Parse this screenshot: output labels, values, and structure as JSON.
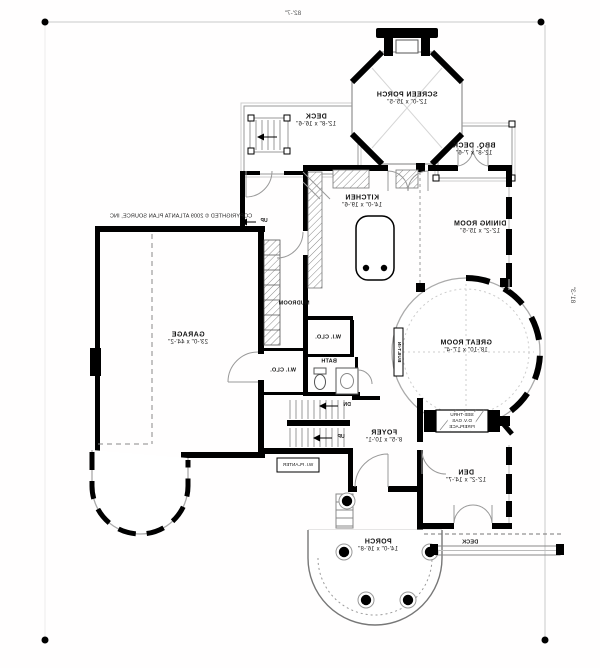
{
  "plan": {
    "description": "First floor plan, mirror-reversed presentation",
    "top_dimension": "82'-7\"",
    "right_dimension": "81'-3\"",
    "copyright": "COPYRIGHTED © 2009 ATLANTA PLAN SOURCE, INC"
  },
  "rooms": {
    "screen_porch": {
      "name": "SCREEN PORCH",
      "size": "12'-0\" x 15'-5\""
    },
    "deck_upper": {
      "name": "DECK",
      "size": "12'-8\" x 16'-6\""
    },
    "bbq_deck": {
      "name": "BBQ. DECK",
      "size": "12'-8\" x 7'-6\""
    },
    "kitchen": {
      "name": "KITCHEN",
      "size": "14'-0\" x 19'-6\""
    },
    "dining_room": {
      "name": "DINING ROOM",
      "size": "12'-2\" x 15'-5\""
    },
    "great_room": {
      "name": "GREAT ROOM",
      "size": "18'-10\" x 17'-4\""
    },
    "garage": {
      "name": "GARAGE",
      "size": "23'-0\" x 44'-2\""
    },
    "mudroom": {
      "name": "MUDROOM"
    },
    "wi_closet_1": {
      "name": "W.I. CLO."
    },
    "wi_closet_2": {
      "name": "W.I. CLO."
    },
    "bath": {
      "name": "BATH"
    },
    "foyer": {
      "name": "FOYER",
      "size": "8'-5\" x 10'-1\""
    },
    "den": {
      "name": "DEN",
      "size": "12'-2\" x 14'-7\""
    },
    "porch": {
      "name": "PORCH",
      "size": "14'-0\" x 16'-8\""
    },
    "deck_lower": {
      "name": "DECK"
    }
  },
  "annotations": {
    "built_in": "BUILT-IN",
    "fireplace": "SEE-THRU\nD.V. GAS\nFIREPLACE",
    "wi_planter": "W.I. PLANTER",
    "stairs_up_hall": "UP",
    "stairs_up_main": "UP",
    "stairs_dn_main": "DN"
  },
  "colors": {
    "wall": "#000000",
    "thin_line": "#9a9a9a",
    "text": "#121212"
  }
}
